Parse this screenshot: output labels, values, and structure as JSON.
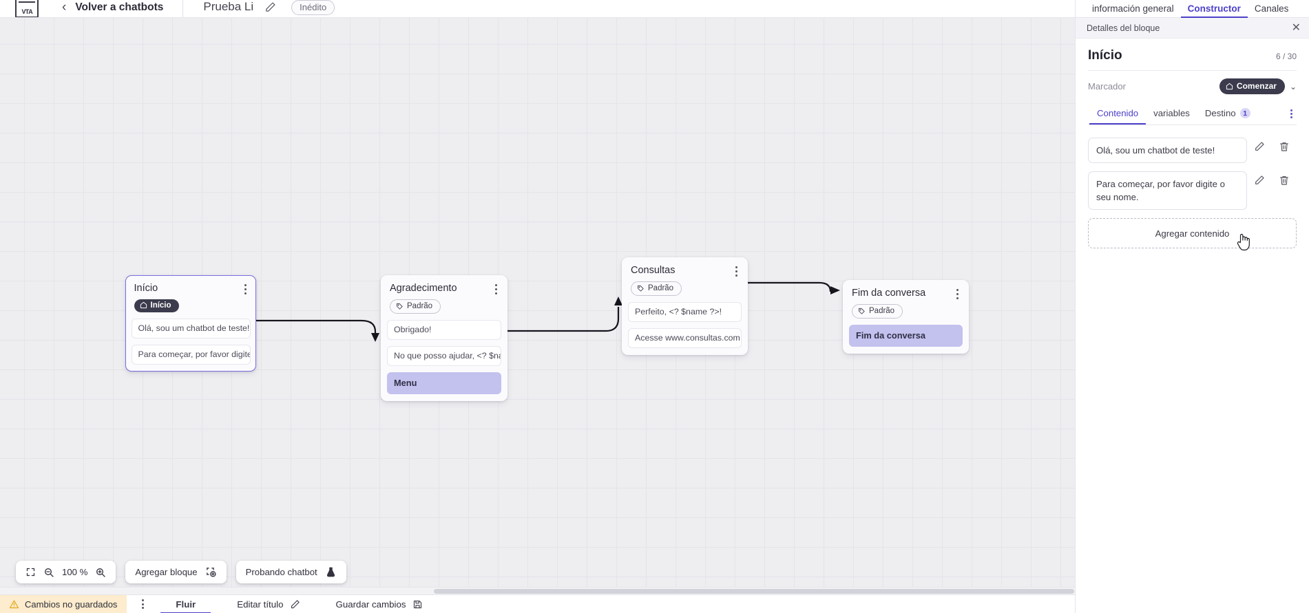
{
  "header": {
    "logo_text": "VTA",
    "back_icon": "chevron-left-icon",
    "back_label": "Volver a chatbots",
    "bot_title": "Prueba Li",
    "edit_icon": "pencil-icon",
    "status_chip": "Inédito"
  },
  "right_panel": {
    "tabs": [
      {
        "label": "información general",
        "active": false
      },
      {
        "label": "Constructor",
        "active": true
      },
      {
        "label": "Canales",
        "active": false
      }
    ],
    "subbar_title": "Detalles del bloque",
    "close_icon": "close-icon",
    "block_title": "Início",
    "block_count": "6 / 30",
    "marker_label": "Marcador",
    "marker_badge": "Comenzar",
    "marker_badge_icon": "home-icon",
    "marker_chevron_icon": "chevron-down-icon",
    "inner_tabs": [
      {
        "label": "Contenido",
        "active": true,
        "badge": ""
      },
      {
        "label": "variables",
        "active": false,
        "badge": ""
      },
      {
        "label": "Destino",
        "active": false,
        "badge": "1"
      }
    ],
    "overflow_icon": "kebab-menu-icon",
    "contents": [
      {
        "text": "Olá, sou um chatbot de teste!",
        "edit_icon": "pencil-icon",
        "delete_icon": "trash-icon"
      },
      {
        "text": "Para começar, por favor digite o seu nome.",
        "edit_icon": "pencil-icon",
        "delete_icon": "trash-icon"
      }
    ],
    "add_content_label": "Agregar contenido"
  },
  "canvas": {
    "cursor_icon": "pointer-hand-cursor",
    "nodes": [
      {
        "id": "inicio",
        "title": "Início",
        "pill": {
          "label": "Início",
          "type": "start",
          "icon": "home-icon"
        },
        "selected": true,
        "messages": [
          {
            "text": "Olá, sou um chatbot de teste!",
            "kind": "text"
          },
          {
            "text": "Para começar, por favor digite o ...",
            "kind": "text"
          }
        ]
      },
      {
        "id": "agradecimento",
        "title": "Agradecimento",
        "pill": {
          "label": "Padrão",
          "type": "default",
          "icon": "tag-icon"
        },
        "selected": false,
        "messages": [
          {
            "text": "Obrigado!",
            "kind": "text"
          },
          {
            "text": "No que posso ajudar, <? $name ...",
            "kind": "text"
          },
          {
            "text": "Menu",
            "kind": "menu"
          }
        ]
      },
      {
        "id": "consultas",
        "title": "Consultas",
        "pill": {
          "label": "Padrão",
          "type": "default",
          "icon": "tag-icon"
        },
        "selected": false,
        "messages": [
          {
            "text": "Perfeito, <? $name ?>!",
            "kind": "text"
          },
          {
            "text": "Acesse www.consultas.com par...",
            "kind": "text"
          }
        ]
      },
      {
        "id": "fim",
        "title": "Fim da conversa",
        "pill": {
          "label": "Padrão",
          "type": "default",
          "icon": "tag-icon"
        },
        "selected": false,
        "messages": [
          {
            "text": "Fim da conversa",
            "kind": "menu"
          }
        ]
      }
    ],
    "toolbar": {
      "fit_icon": "fit-screen-icon",
      "zoom_out_icon": "zoom-out-icon",
      "zoom_level": "100 %",
      "zoom_in_icon": "zoom-in-icon",
      "add_block_label": "Agregar bloque",
      "add_block_icon": "add-block-icon",
      "test_chatbot_label": "Probando chatbot",
      "test_chatbot_icon": "flask-icon"
    }
  },
  "bottom_bar": {
    "unsaved_icon": "warning-triangle-icon",
    "unsaved_label": "Cambios no guardados",
    "overflow_icon": "kebab-menu-icon",
    "flow_label": "Fluir",
    "edit_title_label": "Editar título",
    "edit_title_icon": "pencil-icon",
    "save_label": "Guardar cambios",
    "save_icon": "save-disk-icon"
  },
  "colors": {
    "accent": "#4b40c9",
    "dark_pill": "#3b3b4d",
    "menu_pill": "#c3c1ee",
    "warning_bg": "#fdeccd",
    "canvas_bg": "#eeeef1"
  }
}
